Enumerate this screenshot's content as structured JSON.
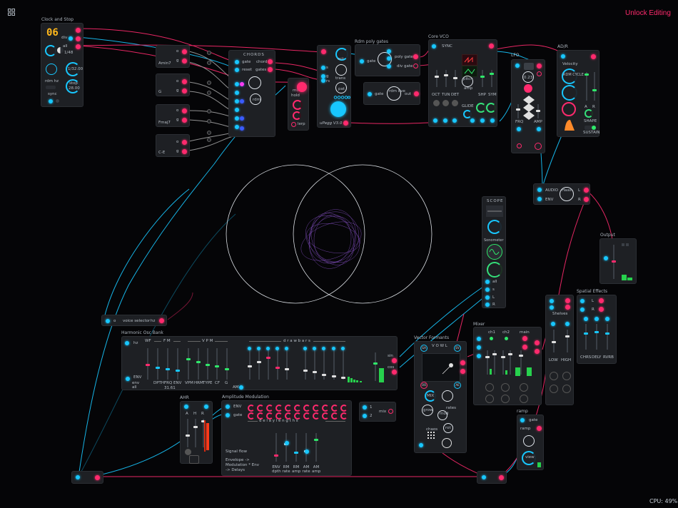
{
  "header": {
    "unlock_label": "Unlock Editing",
    "grid_icon": "grid-icon"
  },
  "footer": {
    "cpu": "CPU: 49%"
  },
  "clock": {
    "title": "Clock and Stop",
    "digits": "06",
    "div": "div",
    "all": "all",
    "ratio": "1/48",
    "rdm_hz": "rdm hz",
    "value": "1/32.00",
    "sync": "sync",
    "stop": "stop",
    "stop_val": "28.00"
  },
  "chord_inputs": [
    {
      "name": "Amin7"
    },
    {
      "name": "G"
    },
    {
      "name": "Fmaj7"
    },
    {
      "name": "C-E"
    }
  ],
  "chords": {
    "title": "CHORDS",
    "gate": "gate",
    "reset": "reset",
    "chord": "chord",
    "gates": "gates",
    "rdm": "rdm"
  },
  "mix": {
    "mix": "mix",
    "hold": "hold",
    "lerp": "lerp"
  },
  "arp": {
    "oct": "oct",
    "trans": "trans",
    "pat": "pat",
    "name": "uPegg V3.0",
    "s": "s",
    "g": "g",
    "r": "rs"
  },
  "rdm_poly": {
    "title": "Rdm poly gates",
    "gate": "gate",
    "poly_gates": "poly gates",
    "div_gate": "div gate",
    "gate2": "gate",
    "rdm_8ve": "rdm 8ve",
    "out": "out"
  },
  "vco": {
    "title": "Core VCO",
    "sync": "SYNC",
    "oct": "OCT",
    "tun": "TUN",
    "det": "DET",
    "shp": "SHP",
    "sym": "SYM",
    "glide": "GLIDE",
    "pitch": "pitch",
    "amp": "amp"
  },
  "lfo": {
    "title": "LFO",
    "frq": "FRQ",
    "amp": "AMP",
    "v1": "0.23"
  },
  "adr": {
    "title": "AD/R",
    "velocity": "Velocity",
    "rdm_cycle": "RDM CYCLE",
    "a": "A",
    "r": "R",
    "shape": "SHAPE",
    "sustain": "SUSTAIN"
  },
  "haas": {
    "audio": "AUDIO",
    "env": "ENV",
    "haas": "Haas",
    "l": "L",
    "r": "R"
  },
  "scope": {
    "title": "SCOPE",
    "sonometer": "Sonometer",
    "all": "all",
    "s": "s",
    "l": "L",
    "r": "R"
  },
  "output": {
    "title": "Output"
  },
  "spatial": {
    "title": "Spatial Effects",
    "l": "L",
    "r": "R",
    "chrs": "CHRS",
    "dely": "DELY",
    "rvrb": "RVRB"
  },
  "shelves": {
    "title": "Shelves",
    "low": "LOW",
    "high": "HIGH"
  },
  "mixer": {
    "title": "Mixer",
    "ch1": "ch1",
    "ch2": "ch2",
    "main": "main"
  },
  "voice": {
    "label": "voice selector",
    "hz": "hz",
    "o": "o"
  },
  "harm": {
    "title": "Harmonic Osc Bank",
    "hz": "hz",
    "wf": "WF",
    "fm": "F M",
    "vpm": "V P M",
    "drawbars": "d r a w b a r s",
    "env": "ENV",
    "env_all": "env all",
    "dpth": "DPTH",
    "frq": "FRQ",
    "frq_val": "31.61",
    "env2": "ENV",
    "vpm2": "VPM",
    "hrm": "HRM",
    "type": "TYPE",
    "cf": "CF",
    "g": "G",
    "am": "AM",
    "sin": "sin",
    "cos": "cos"
  },
  "formants": {
    "title": "Vector Formants",
    "vowel": "V O W L",
    "mix": "MIX",
    "rates": "rates",
    "mod": "mod",
    "grow": "grow",
    "chaos": "chaos",
    "rot": "rot",
    "ga": "GA",
    "ev": "EV",
    "oo": "OO",
    "ae": "AE"
  },
  "ahr": {
    "title": "AHR",
    "a": "A",
    "h": "H",
    "r": "R"
  },
  "ampmod": {
    "title": "Amplitude Modulation",
    "env": "ENV",
    "gate": "gate",
    "delays": "d e l a y  l e n g t h s",
    "flow_title": "Signal flow",
    "flow": "Envelope ->\nModulation * Env\n-> Delays",
    "env_dpth": "ENV dpth",
    "rm_rate": "RM rate",
    "rm_amp": "RM amp",
    "am_rate": "AM rate",
    "am_amp": "AM amp"
  },
  "mix2": {
    "one": "1",
    "two": "2",
    "mix": "mix"
  },
  "ramp": {
    "title": "ramp",
    "gate": "gate",
    "ramp": "ramp",
    "view": "view"
  },
  "colors": {
    "pink": "#ff2a6d",
    "cyan": "#18c7ff",
    "green": "#2fe86a",
    "bg": "#050507"
  }
}
